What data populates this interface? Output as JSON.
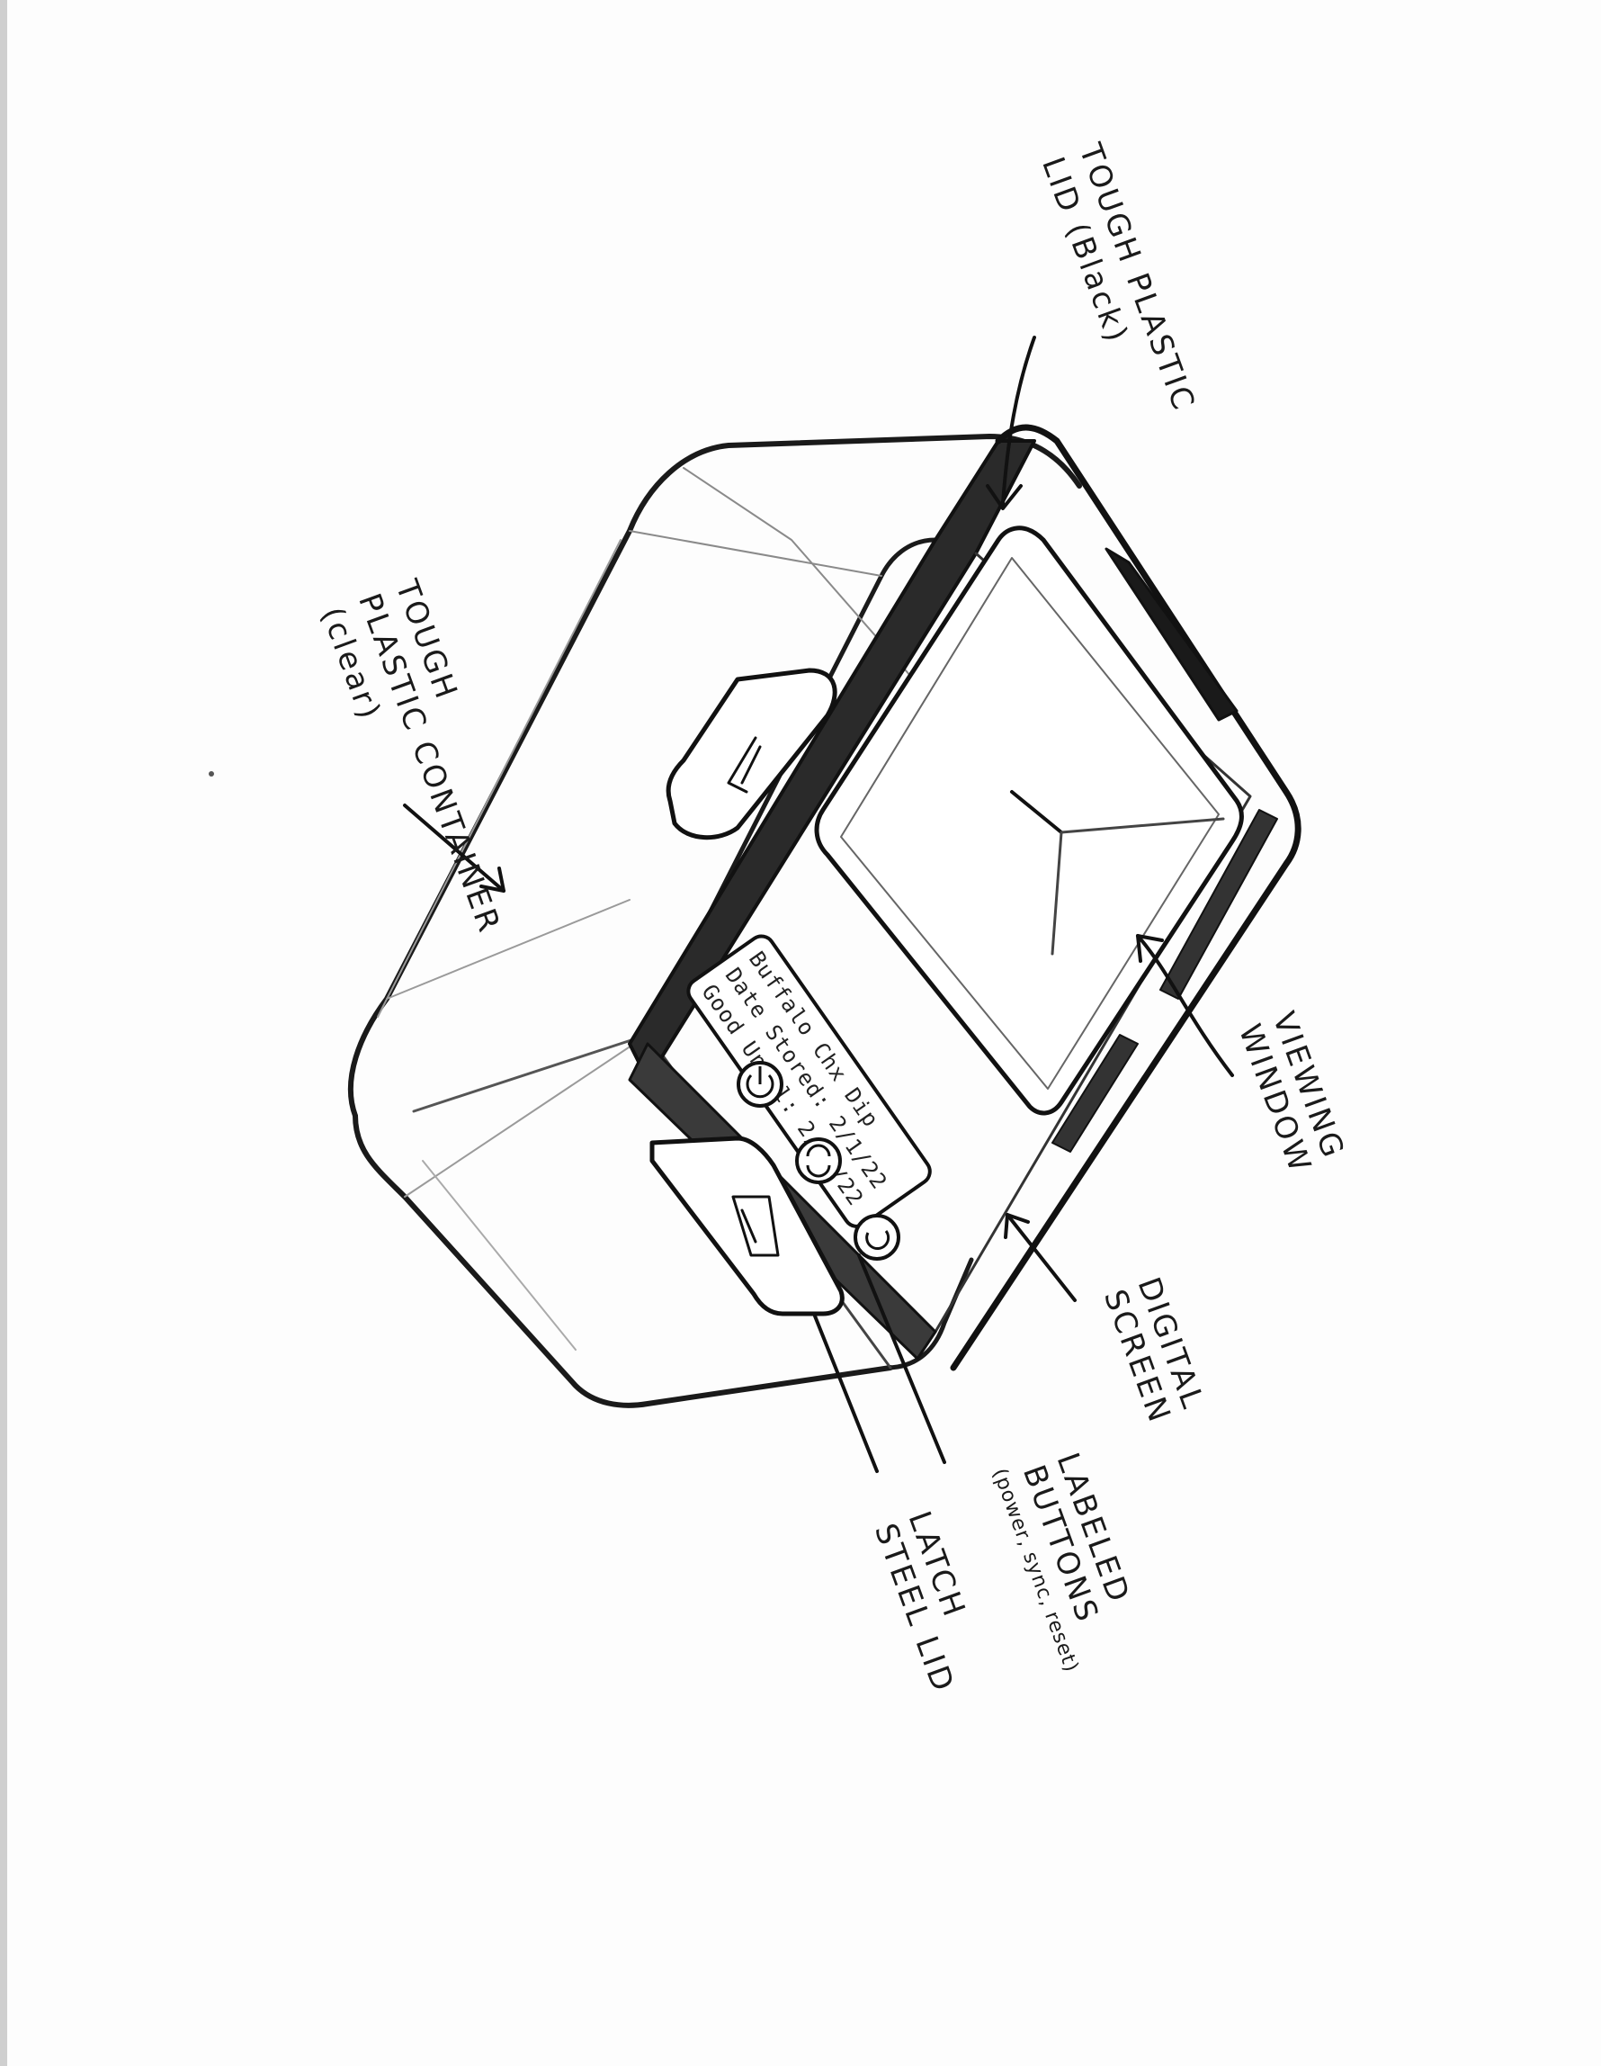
{
  "labels": {
    "lid": [
      "TOUGH PLASTIC",
      "LID (Black)"
    ],
    "container": [
      "TOUGH",
      "PLASTIC CONTAINER",
      "(clear)"
    ],
    "viewing_window": [
      "VIEWING",
      "WINDOW"
    ],
    "digital_screen": [
      "DIGITAL",
      "SCREEN"
    ],
    "buttons": [
      "LABELED",
      "BUTTONS",
      "(power, sync, reset)"
    ],
    "latch": [
      "LATCH",
      "STEEL LID"
    ]
  },
  "screen_text": [
    "Buffalo Chx Dip",
    "Date Stored: 2/1/22",
    "Good Until: 2/15/22"
  ],
  "colors": {
    "ink": "#1a1a1a",
    "lid": "#2a2a2a",
    "paper": "#fdfdfd"
  },
  "icons": [
    "power-icon",
    "sync-icon",
    "reset-icon"
  ]
}
